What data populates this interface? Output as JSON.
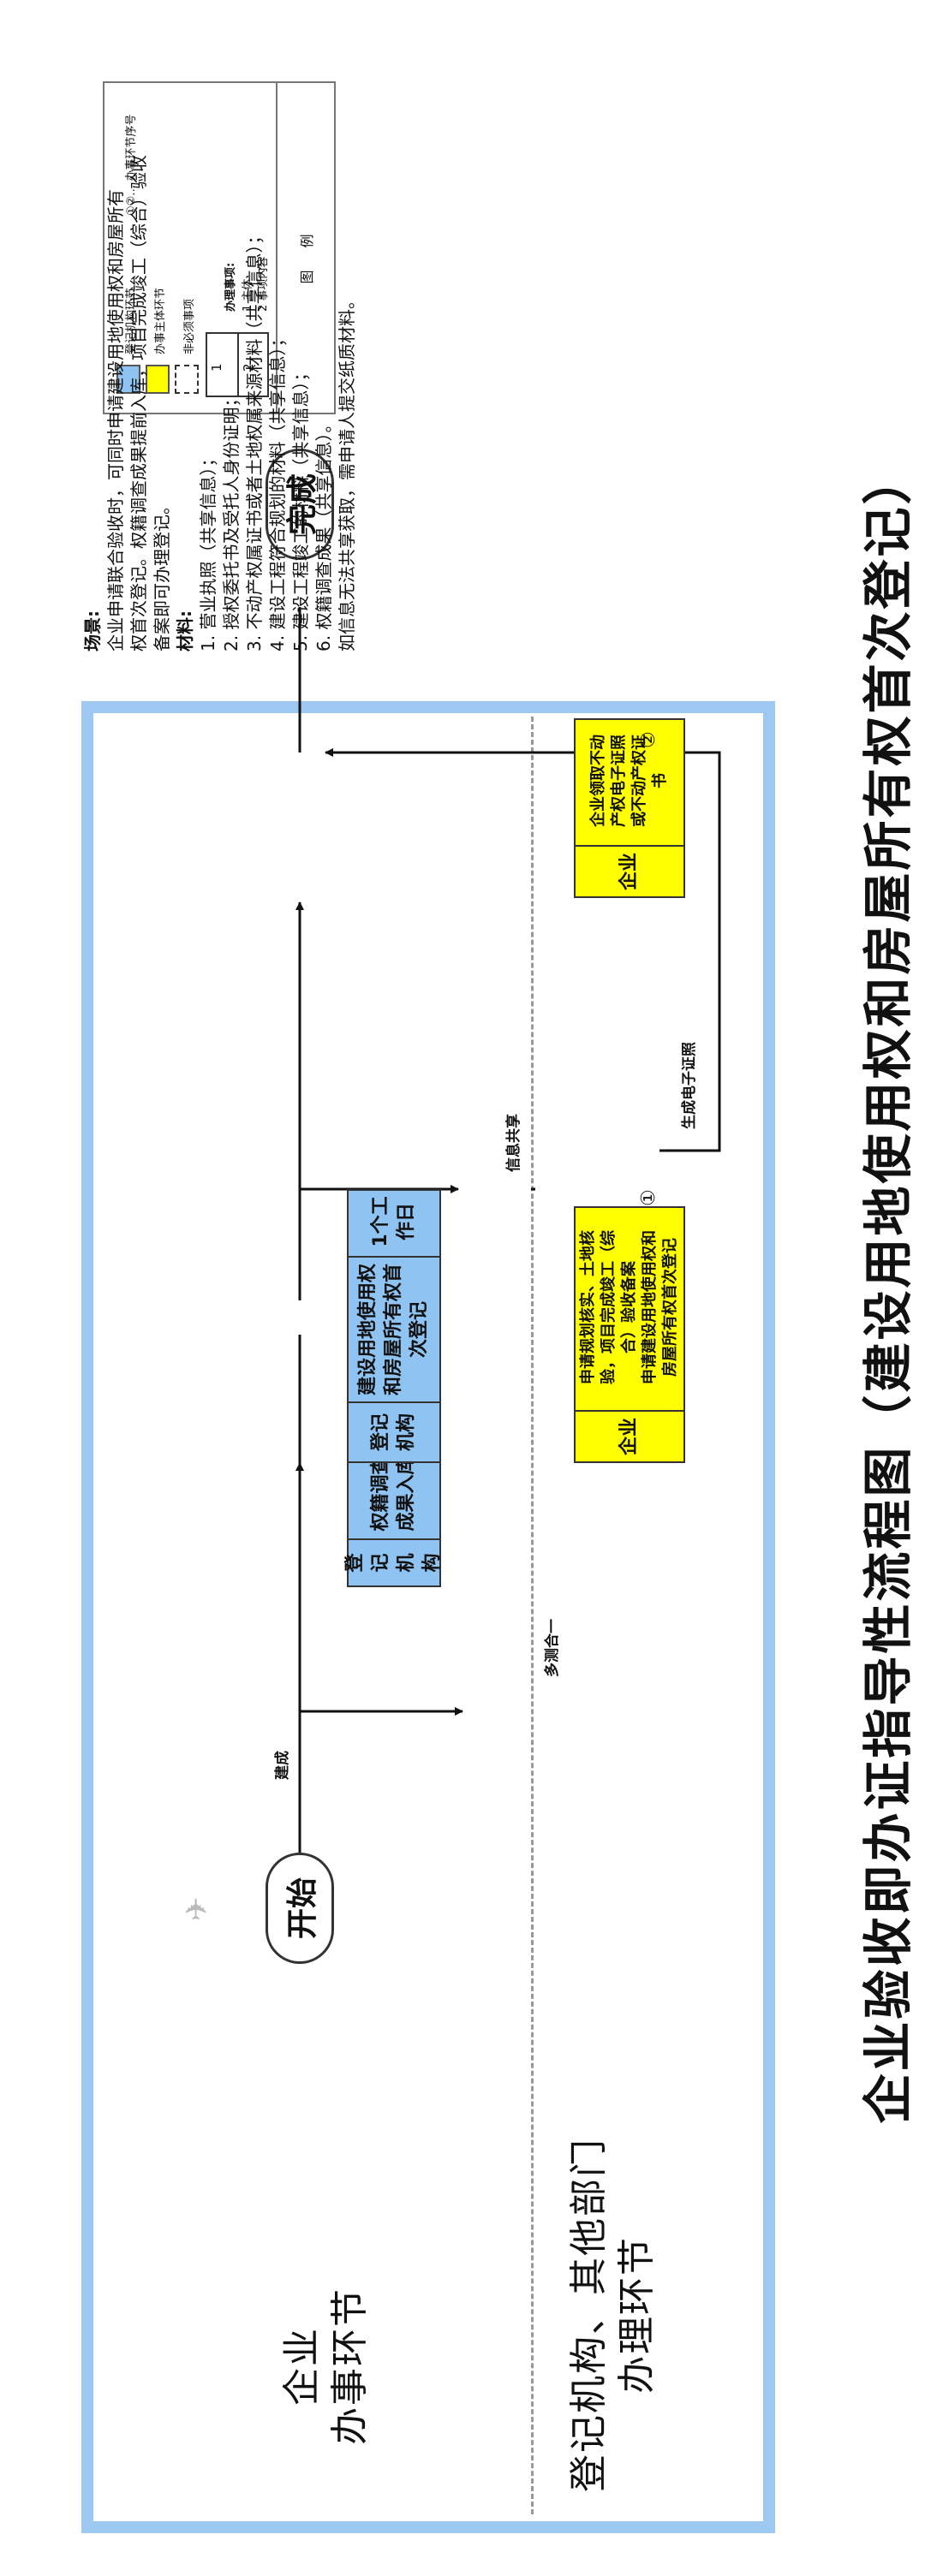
{
  "title": "企业验收即办证指导性流程图（建设用地使用权和房屋所有权首次登记）",
  "lanes": {
    "enterprise": [
      "企业",
      "办事环节"
    ],
    "registry": [
      "登记机构、其他部门",
      "办理环节"
    ]
  },
  "terminals": {
    "start": "开始",
    "end": "完成"
  },
  "steps": {
    "survey": {
      "actor": "登记机构",
      "action": "权籍调查成果入库"
    },
    "apply": {
      "number": "①",
      "actor": "企业",
      "action": [
        "申请规划核实、土地核",
        "验，项目完成竣工（综",
        "合）验收备案",
        "申请建设用地使用权和",
        "房屋所有权首次登记"
      ]
    },
    "register": {
      "actor": "登记机构",
      "action": [
        "建设用地使用权",
        "和房屋所有权首",
        "次登记"
      ],
      "time": "1个工作日"
    },
    "collect": {
      "number": "②",
      "actor": "企业",
      "action": [
        "企业领取不动",
        "产权电子证照",
        "或不动产权证",
        "书"
      ]
    }
  },
  "edge_labels": {
    "build": "建成",
    "multi_survey": "多测合一",
    "info_share": "信息共享",
    "e_cert": "生成电子证照"
  },
  "legend": {
    "header": "图例",
    "item_title": "办理事项:",
    "item_sub1": "1 主体",
    "item_sub2": "2 事项内容",
    "cell1": "1",
    "cell2": "2",
    "registry_step": "登记机构环节",
    "enterprise_step": "办事主体环节",
    "optional": "非必须事项",
    "numbering": "①②… 办事环节序号",
    "colors": {
      "registry": "#8fc3f1",
      "enterprise": "#ffff00"
    }
  },
  "notes": {
    "scene_label": "场景:",
    "scene_text": [
      "企业申请联合验收时，可同时申请建设用地使用权和房屋所有",
      "权首次登记。权籍调查成果提前入库，项目完成竣工（综合）验收",
      "备案即可办理登记。"
    ],
    "materials_label": "材料:",
    "items": [
      "1. 营业执照（共享信息）；",
      "2. 授权委托书及受托人身份证明；",
      "3. 不动产权属证书或者土地权属来源材料（共享信息）；",
      "4. 建设工程符合规划的材料（共享信息）；",
      "5. 建设工程竣工的材料（共享信息）；",
      "6. 权籍调查成果（共享信息）。",
      "如信息无法共享获取，需申请人提交纸质材料。"
    ]
  }
}
